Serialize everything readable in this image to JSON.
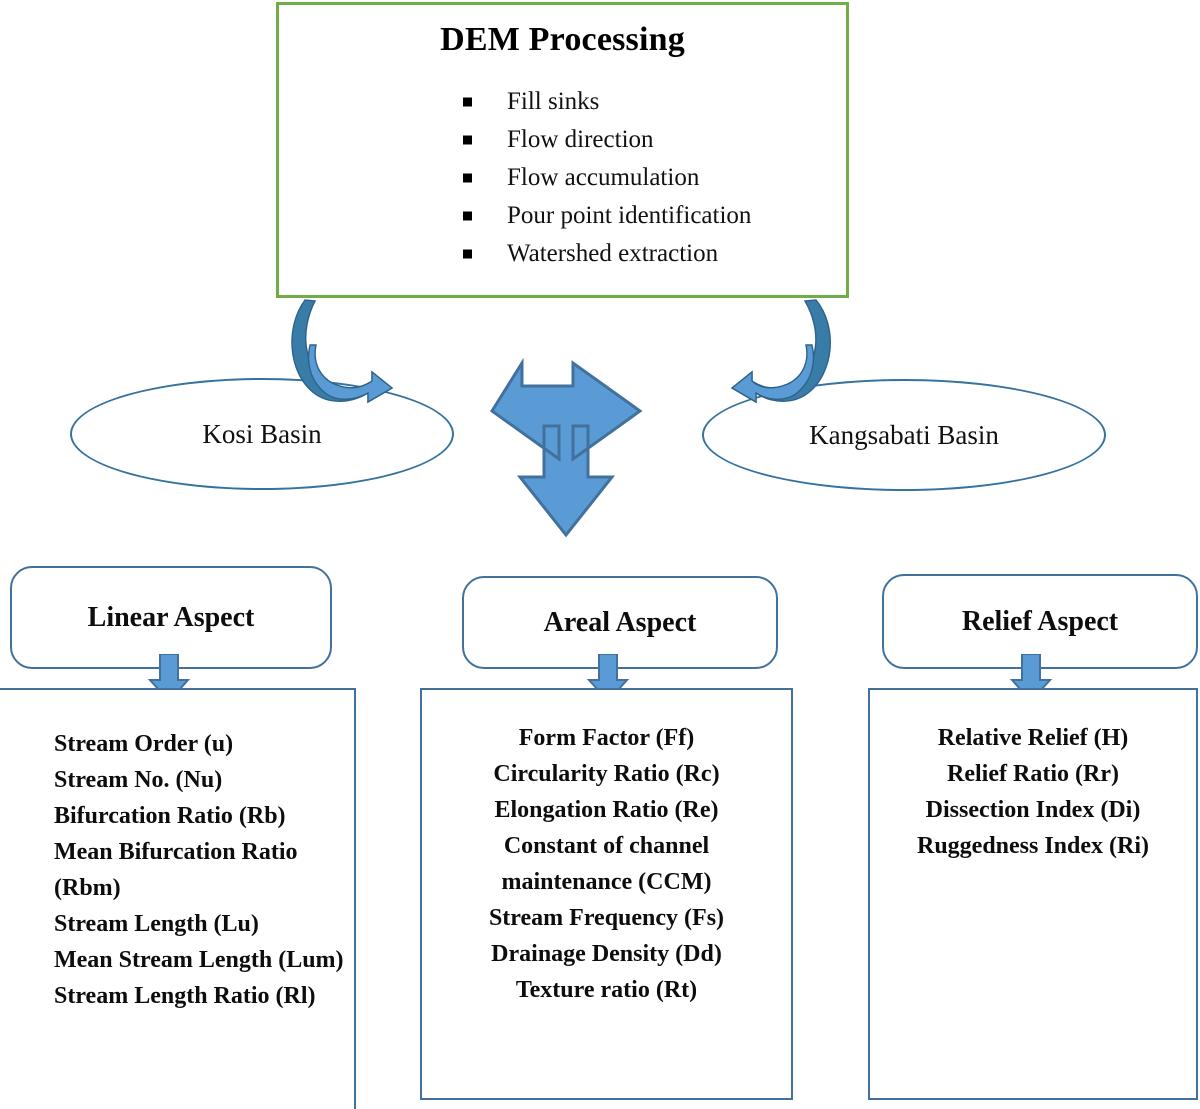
{
  "dem": {
    "title": "DEM Processing",
    "steps": [
      "Fill sinks",
      "Flow direction",
      "Flow accumulation",
      "Pour point identification",
      "Watershed extraction"
    ]
  },
  "basins": [
    {
      "label": "Kosi Basin"
    },
    {
      "label": "Kangsabati Basin"
    }
  ],
  "aspects": [
    {
      "header": "Linear Aspect",
      "items": [
        "Stream Order (u)",
        "Stream No. (Nu)",
        "Bifurcation Ratio (Rb)",
        "Mean Bifurcation Ratio (Rbm)",
        "Stream Length (Lu)",
        "Mean Stream Length (Lum)",
        "Stream Length Ratio (Rl)"
      ]
    },
    {
      "header": "Areal Aspect",
      "items": [
        "Form Factor (Ff)",
        "Circularity Ratio (Rc)",
        "Elongation Ratio (Re)",
        "Constant of channel maintenance (CCM)",
        "Stream Frequency (Fs)",
        "Drainage Density (Dd)",
        "Texture ratio (Rt)"
      ]
    },
    {
      "header": "Relief Aspect",
      "items": [
        "Relative Relief (H)",
        "Relief Ratio (Rr)",
        "Dissection Index (Di)",
        "Ruggedness Index (Ri)"
      ]
    }
  ],
  "colors": {
    "dem_border_green": "#70AD47",
    "box_border_blue": "#41719C",
    "arrow_blue": "#5B9BD5",
    "arrow_blue_dark": "#3A7CA8",
    "ellipse_border": "#35729E"
  }
}
